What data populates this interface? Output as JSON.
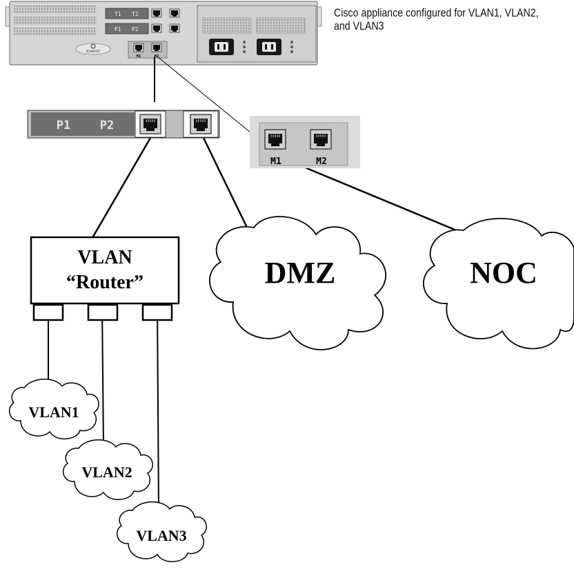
{
  "caption": "Cisco appliance configured for VLAN1, VLAN2, and VLAN3",
  "appliance": {
    "t1": "T1",
    "t2": "T2",
    "p1": "P1",
    "p2": "P2",
    "m1": "M1",
    "m2": "M2",
    "logo": "IRONPORT"
  },
  "zoom_data_ports": {
    "p1": "P1",
    "p2": "P2"
  },
  "zoom_mgmt_ports": {
    "m1": "M1",
    "m2": "M2"
  },
  "router": {
    "line1": "VLAN",
    "line2": "“Router”"
  },
  "clouds": {
    "dmz": "DMZ",
    "noc": "NOC",
    "vlan1": "VLAN1",
    "vlan2": "VLAN2",
    "vlan3": "VLAN3"
  },
  "colors": {
    "line": "#000000",
    "chassis": "#d4d4d4",
    "panel": "#6f6f6f",
    "port_face": "#cfcfcf"
  }
}
